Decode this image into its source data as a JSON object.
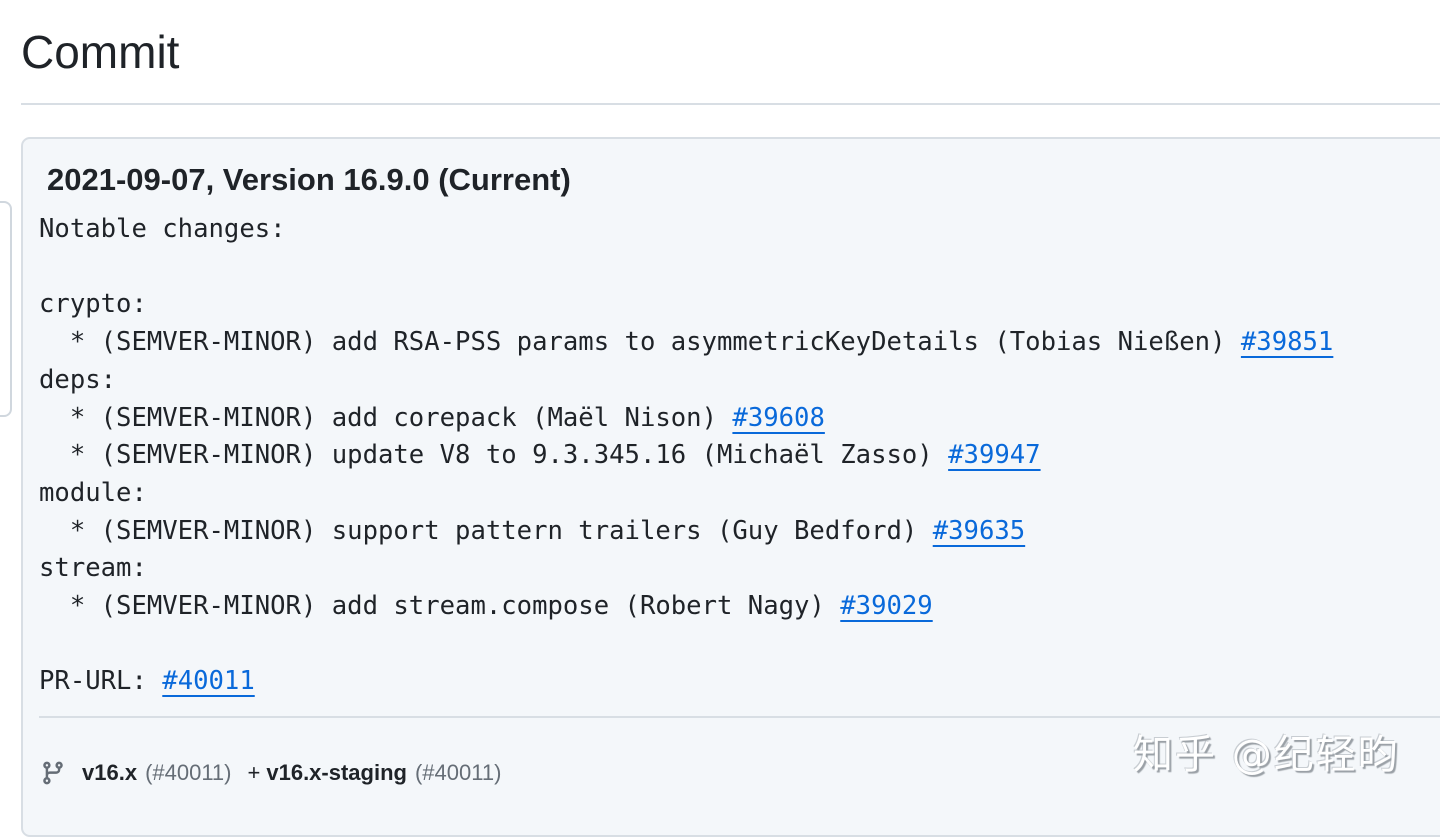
{
  "page": {
    "title": "Commit"
  },
  "commit": {
    "release_title": "2021-09-07, Version 16.9.0 (Current)",
    "message_lines": [
      {
        "text": "Notable changes:",
        "link": null
      },
      {
        "text": "",
        "link": null
      },
      {
        "text": "crypto:",
        "link": null
      },
      {
        "text": "  * (SEMVER-MINOR) add RSA-PSS params to asymmetricKeyDetails (Tobias Nießen) ",
        "link": "#39851"
      },
      {
        "text": "deps:",
        "link": null
      },
      {
        "text": "  * (SEMVER-MINOR) add corepack (Maël Nison) ",
        "link": "#39608"
      },
      {
        "text": "  * (SEMVER-MINOR) update V8 to 9.3.345.16 (Michaël Zasso) ",
        "link": "#39947"
      },
      {
        "text": "module:",
        "link": null
      },
      {
        "text": "  * (SEMVER-MINOR) support pattern trailers (Guy Bedford) ",
        "link": "#39635"
      },
      {
        "text": "stream:",
        "link": null
      },
      {
        "text": "  * (SEMVER-MINOR) add stream.compose (Robert Nagy) ",
        "link": "#39029"
      },
      {
        "text": "",
        "link": null
      },
      {
        "text": "PR-URL: ",
        "link": "#40011"
      }
    ],
    "branches": {
      "icon": "git-branch-icon",
      "primary": {
        "name": "v16.x",
        "pr": "(#40011)"
      },
      "separator": "+",
      "secondary": {
        "name": "v16.x-staging",
        "pr": "(#40011)"
      }
    }
  },
  "watermark": "知乎 @纪轻昀",
  "colors": {
    "link": "#0969da",
    "box_bg": "#f4f7fa",
    "border": "#d8dee4",
    "muted": "#656d76"
  }
}
